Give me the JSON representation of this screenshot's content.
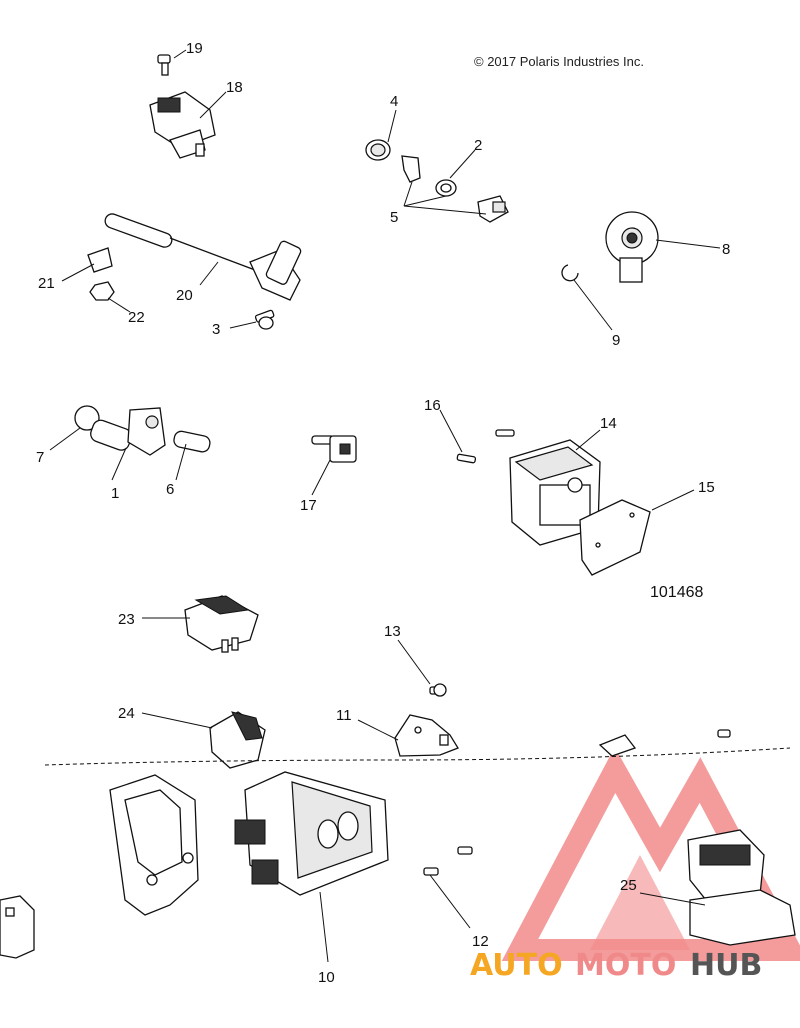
{
  "header": {
    "copyright": "© 2017 Polaris Industries Inc."
  },
  "diagram": {
    "id": "101468",
    "callouts": [
      "1",
      "2",
      "3",
      "4",
      "5",
      "6",
      "7",
      "8",
      "9",
      "10",
      "11",
      "12",
      "13",
      "14",
      "15",
      "16",
      "17",
      "18",
      "19",
      "20",
      "21",
      "22",
      "23",
      "24",
      "25"
    ]
  },
  "watermark": {
    "part1": "AUTO",
    "part2": "MOTO",
    "part3": "HUB",
    "colors": {
      "auto": "#f5a623",
      "moto": "#f08a8a",
      "hub": "#555555",
      "triangle": "#f28b8b"
    }
  }
}
